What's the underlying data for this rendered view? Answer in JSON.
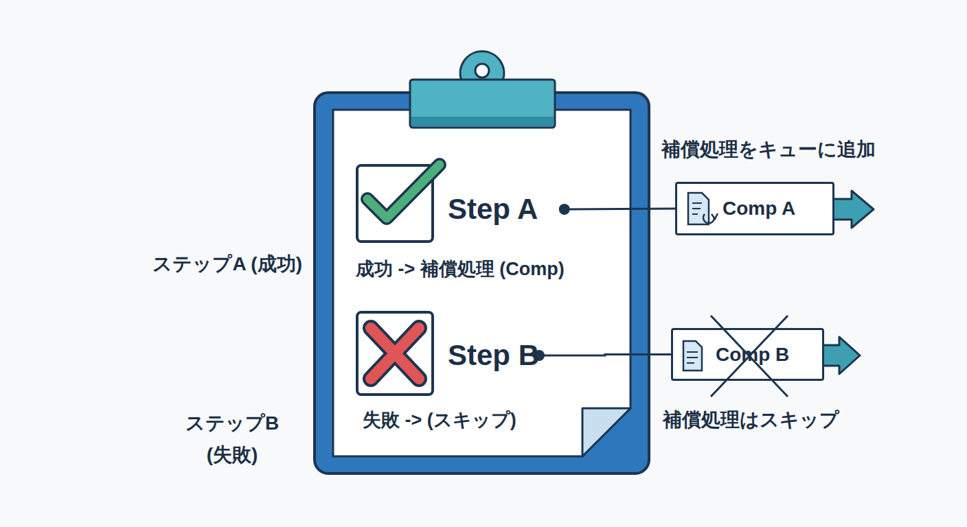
{
  "diagram": {
    "nodes": [
      {
        "text": [
          "Step A",
          "成功 -> 補償処理 (Comp)"
        ]
      },
      {
        "text": [
          "Comp A"
        ]
      },
      {
        "text": [
          "Step B",
          "失敗 -> (スキップ)"
        ]
      },
      {
        "text": [
          "Comp B"
        ]
      }
    ],
    "edges": [
      {
        "from": 0,
        "to": 1,
        "arrow": "none"
      },
      {
        "from": 2,
        "to": 3,
        "arrow": "none"
      }
    ],
    "labels": [
      "ステップA (成功)",
      "ステップB (失敗)",
      "補償処理をキューに追加",
      "補償処理はスキップ"
    ]
  }
}
